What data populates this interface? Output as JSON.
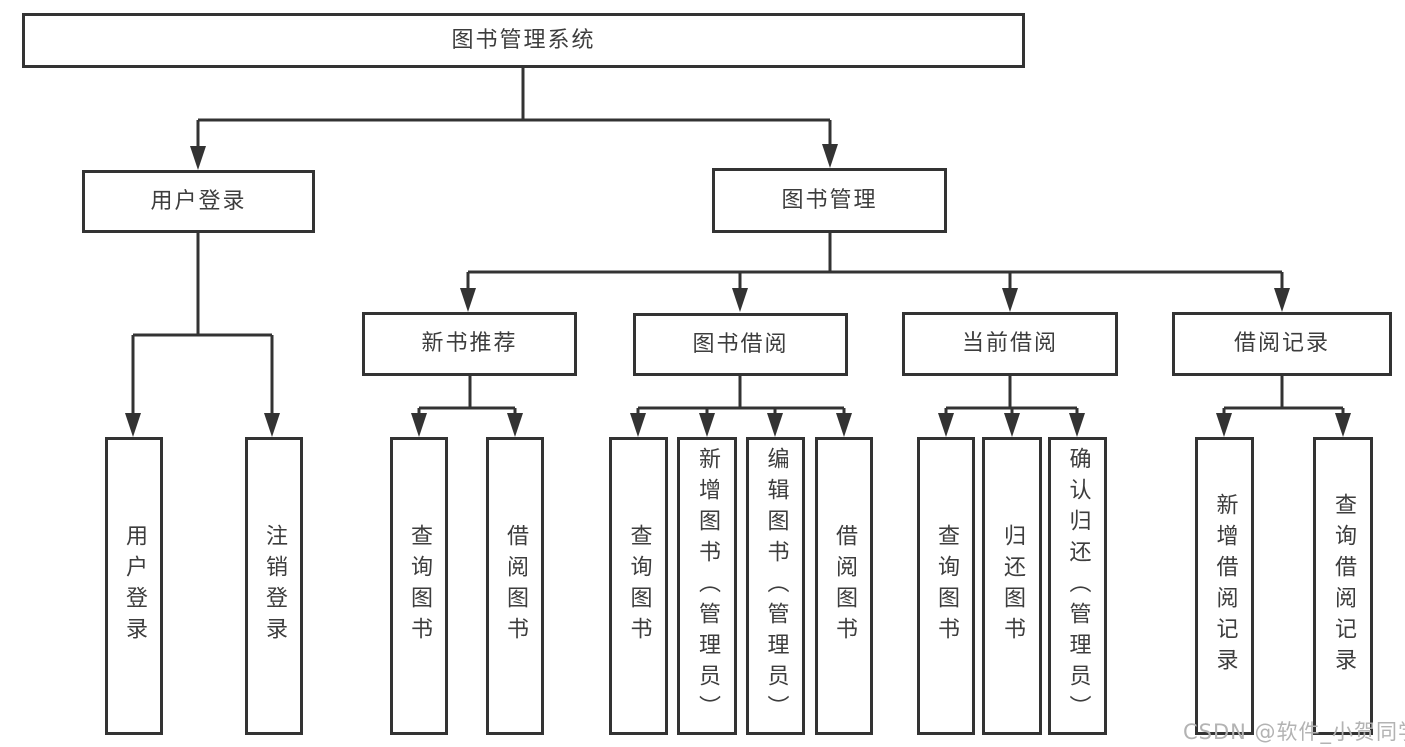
{
  "diagram": {
    "watermark": "CSDN @软件_小贺同学",
    "colors": {
      "line": "#333333",
      "box_border": "#333333",
      "text": "#3d3d3d",
      "watermark": "#b3b3b3",
      "background": "#ffffff"
    },
    "root": {
      "label": "图书管理系统",
      "children": [
        {
          "label": "用户登录",
          "children": [
            {
              "label": "用户登录"
            },
            {
              "label": "注销登录"
            }
          ]
        },
        {
          "label": "图书管理",
          "children": [
            {
              "label": "新书推荐",
              "children": [
                {
                  "label": "查询图书"
                },
                {
                  "label": "借阅图书"
                }
              ]
            },
            {
              "label": "图书借阅",
              "children": [
                {
                  "label": "查询图书"
                },
                {
                  "label": "新增图书（管理员）"
                },
                {
                  "label": "编辑图书（管理员）"
                },
                {
                  "label": "借阅图书"
                }
              ]
            },
            {
              "label": "当前借阅",
              "children": [
                {
                  "label": "查询图书"
                },
                {
                  "label": "归还图书"
                },
                {
                  "label": "确认归还（管理员）"
                }
              ]
            },
            {
              "label": "借阅记录",
              "children": [
                {
                  "label": "新增借阅记录"
                },
                {
                  "label": "查询借阅记录"
                }
              ]
            }
          ]
        }
      ]
    }
  }
}
